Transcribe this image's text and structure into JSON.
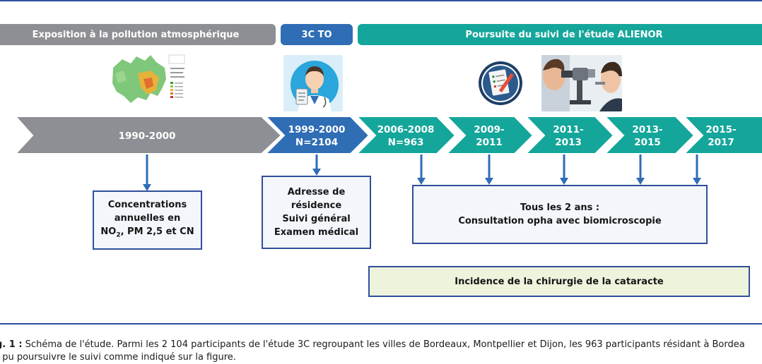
{
  "headers": {
    "pollution": "Exposition à la pollution atmosphérique",
    "threec": "3C TO",
    "alienor": "Poursuite du suivi de l'étude ALIENOR"
  },
  "timeline": [
    {
      "line1": "1990-2000",
      "line2": ""
    },
    {
      "line1": "1999-2000",
      "line2": "N=2104"
    },
    {
      "line1": "2006-2008",
      "line2": "N=963"
    },
    {
      "line1": "2009-",
      "line2": "2011"
    },
    {
      "line1": "2011-",
      "line2": "2013"
    },
    {
      "line1": "2013-",
      "line2": "2015"
    },
    {
      "line1": "2015-",
      "line2": "2017"
    }
  ],
  "boxes": {
    "concentrations": {
      "line1": "Concentrations",
      "line2": "annuelles en",
      "line3_pre": "NO",
      "line3_sub": "2",
      "line3_post": ", PM 2,5 et CN"
    },
    "adresse": {
      "line1": "Adresse de",
      "line2": "résidence",
      "line3": "Suivi général",
      "line4": "Examen médical"
    },
    "consultation": {
      "line1": "Tous les 2 ans :",
      "line2": "Consultation opha avec biomicroscopie"
    },
    "incidence": "Incidence de la chirurgie de la cataracte"
  },
  "caption": {
    "label": "g. 1 :",
    "line1": " Schéma de l'étude. Parmi les 2 104 participants de l'étude 3C regroupant les villes de Bordeaux, Montpellier et Dijon, les 963 participants résidant à Bordea",
    "line2": "t pu poursuivre le suivi comme indiqué sur la figure."
  },
  "colors": {
    "grey_arrow": "#8e8f94",
    "blue_arrow": "#2f6db5",
    "teal_arrow": "#14a69b",
    "border_navy": "#2f4f9b",
    "connector_blue": "#2f6db5",
    "incidence_fill": "#eef3dc"
  },
  "icons": {
    "map": "pollution-map-icon",
    "doctor": "doctor-icon",
    "checklist": "checklist-icon",
    "eye_exam": "eye-exam-photo-icon"
  }
}
